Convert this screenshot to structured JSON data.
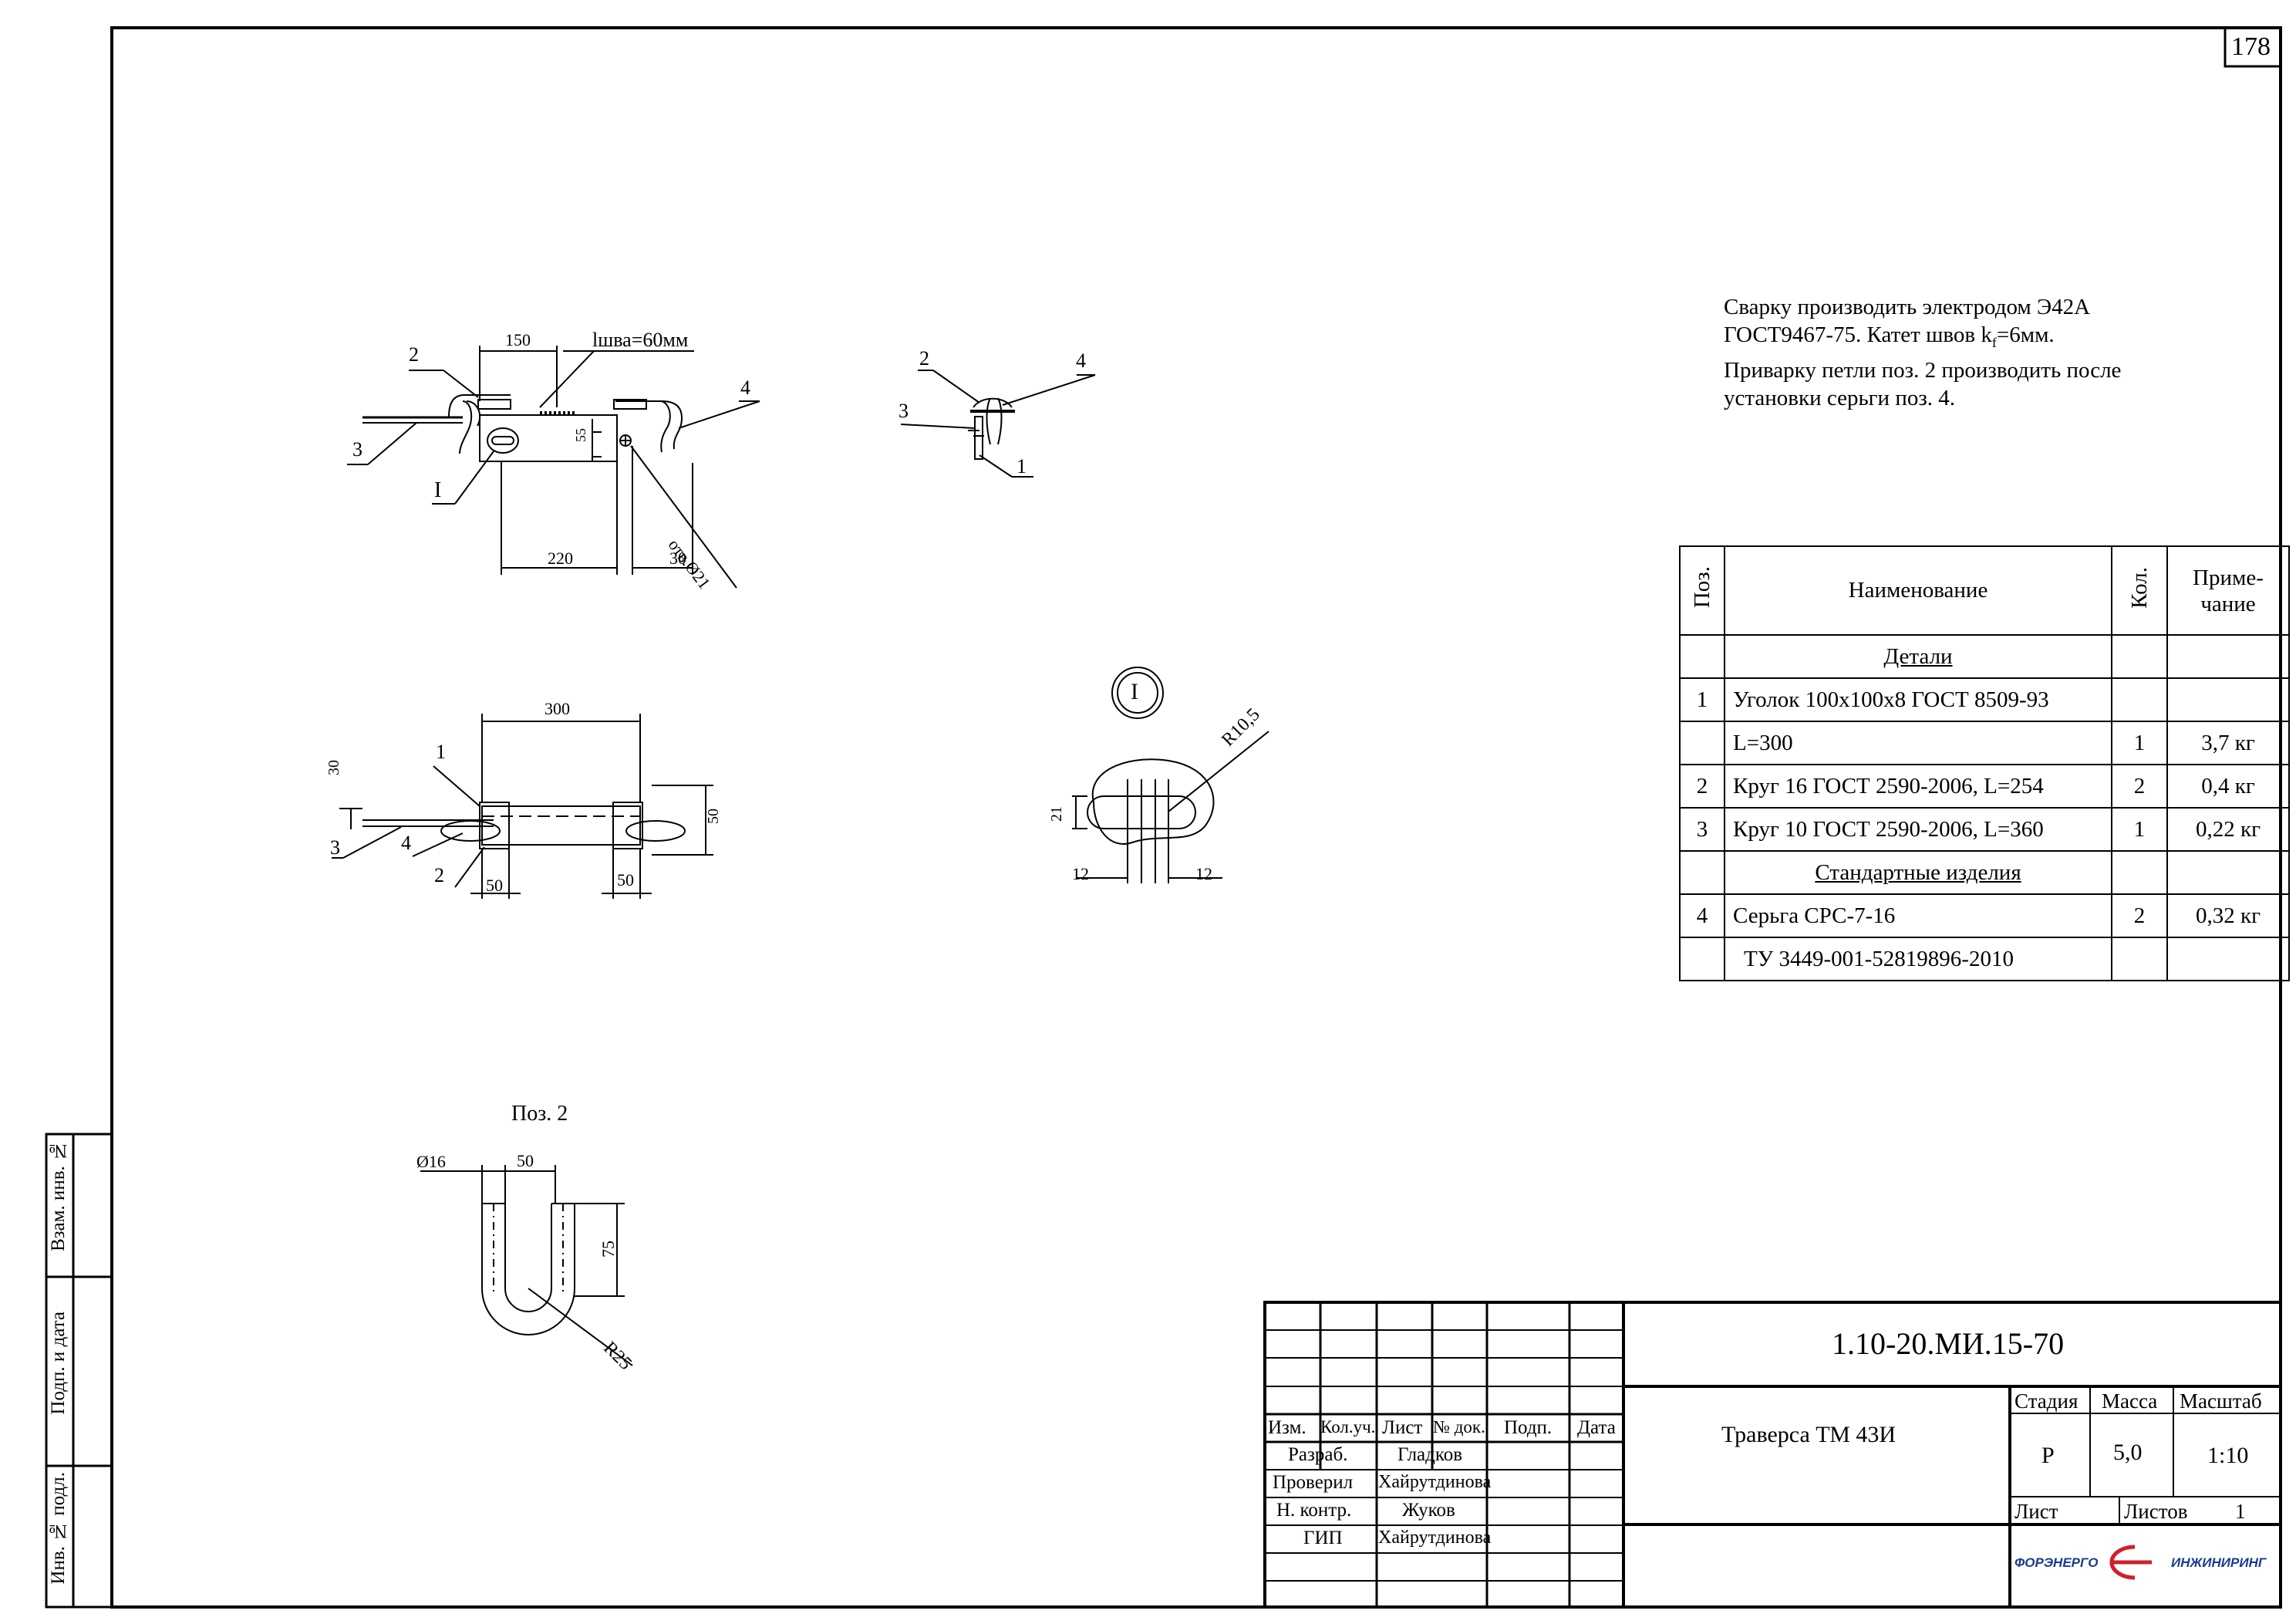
{
  "sheet_number": "178",
  "notes": [
    "Сварку производить электродом Э42А",
    "ГОСТ9467-75. Катет швов k",
    "f",
    "=6мм.",
    "Приварку петли поз. 2 производить после",
    "установки серьги поз. 4."
  ],
  "spec": {
    "headers": {
      "pos": "Поз.",
      "name": "Наименование",
      "qty": "Кол.",
      "note_line1": "Приме-",
      "note_line2": "чание"
    },
    "section_details": "Детали",
    "section_standard": "Стандартные изделия",
    "rows": [
      {
        "pos": "1",
        "name": "Уголок 100х100х8 ГОСТ 8509-93",
        "qty": "",
        "note": ""
      },
      {
        "pos": "",
        "name": "L=300",
        "qty": "1",
        "note": "3,7 кг"
      },
      {
        "pos": "2",
        "name": "Круг 16 ГОСТ 2590-2006, L=254",
        "qty": "2",
        "note": "0,4 кг"
      },
      {
        "pos": "3",
        "name": "Круг 10 ГОСТ 2590-2006, L=360",
        "qty": "1",
        "note": "0,22 кг"
      },
      {
        "pos": "4",
        "name": "Серьга СРС-7-16",
        "qty": "2",
        "note": "0,32 кг"
      },
      {
        "pos": "",
        "name": "ТУ 3449-001-52819896-2010",
        "qty": "",
        "note": ""
      }
    ]
  },
  "drawing_labels": {
    "top_view": {
      "dim_150": "150",
      "weld_len": "lшва=60мм",
      "pos2": "2",
      "pos3": "3",
      "pos4": "4",
      "callout_I": "I",
      "dim_55": "55",
      "hole": "отв.Ø21",
      "dim_220": "220",
      "dim_30": "30"
    },
    "side_view": {
      "pos2": "2",
      "pos4": "4",
      "pos3": "3",
      "pos1": "1"
    },
    "plan_view": {
      "dim_300": "300",
      "dim_30": "30",
      "pos1": "1",
      "pos3": "3",
      "pos4": "4",
      "pos2": "2",
      "dim_50_right": "50",
      "dim_50_a": "50",
      "dim_50_b": "50"
    },
    "detail_I": {
      "marker": "I",
      "radius": "R10,5",
      "dim_21": "21",
      "dim_12_left": "12",
      "dim_12_right": "12"
    },
    "pos2_view": {
      "title": "Поз. 2",
      "dia": "Ø16",
      "dim_50": "50",
      "dim_75": "75",
      "radius": "R25"
    }
  },
  "side_strip": {
    "vzam": "Взам. инв. №",
    "podp": "Подп. и дата",
    "inv": "Инв. № подл."
  },
  "title_block": {
    "code": "1.10-20.МИ.15-70",
    "title": "Траверса ТМ 43И",
    "col_izm": "Изм.",
    "col_kol": "Кол.уч.",
    "col_list": "Лист",
    "col_ndok": "№ док.",
    "col_podp": "Подп.",
    "col_data": "Дата",
    "roles": [
      {
        "role": "Разраб.",
        "name": "Гладков"
      },
      {
        "role": "Проверил",
        "name": "Хайрутдинова"
      },
      {
        "role": "Н. контр.",
        "name": "Жуков"
      },
      {
        "role": "ГИП",
        "name": "Хайрутдинова"
      }
    ],
    "stadia_label": "Стадия",
    "massa_label": "Масса",
    "masshtab_label": "Масштаб",
    "stadia": "Р",
    "massa": "5,0",
    "masshtab": "1:10",
    "list_label": "Лист",
    "listov_label": "Листов",
    "listov": "1",
    "logo_left": "ФОРЭНЕРГО",
    "logo_right": "ИНЖИНИРИНГ"
  }
}
